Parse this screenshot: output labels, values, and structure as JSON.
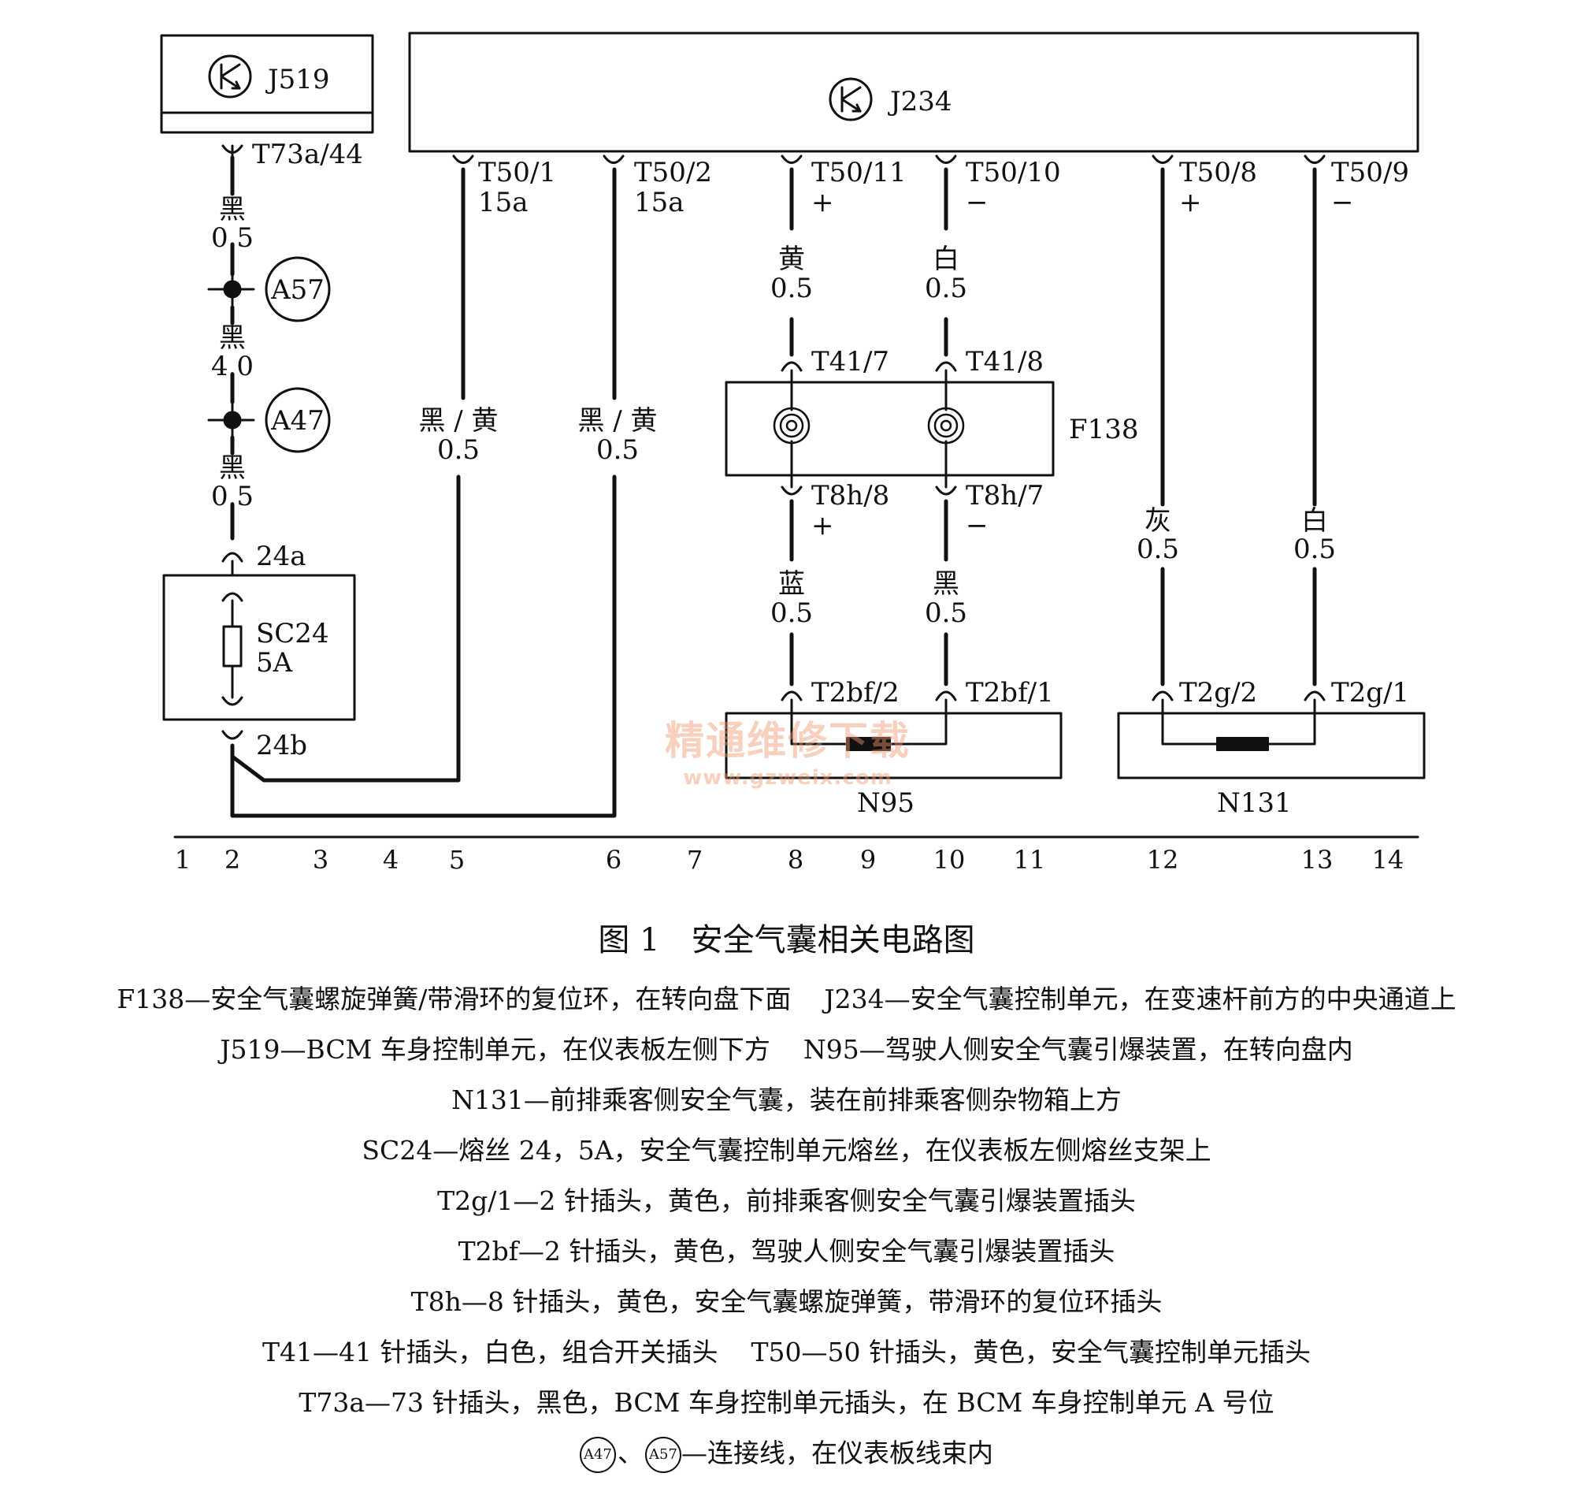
{
  "components": {
    "j519": "J519",
    "j234": "J234",
    "f138": "F138",
    "sc24_name": "SC24",
    "sc24_rating": "5A",
    "n95": "N95",
    "n131": "N131",
    "a57": "A57",
    "a47": "A47"
  },
  "connectors": {
    "t73a_44": "T73a/44",
    "t50_1": "T50/1",
    "t50_1_sub": "15a",
    "t50_2": "T50/2",
    "t50_2_sub": "15a",
    "t50_11": "T50/11",
    "t50_11_sub": "+",
    "t50_10": "T50/10",
    "t50_10_sub": "−",
    "t50_8": "T50/8",
    "t50_8_sub": "+",
    "t50_9": "T50/9",
    "t50_9_sub": "−",
    "t41_7": "T41/7",
    "t41_8": "T41/8",
    "t8h_8": "T8h/8",
    "t8h_8_sub": "+",
    "t8h_7": "T8h/7",
    "t8h_7_sub": "−",
    "t2bf_2": "T2bf/2",
    "t2bf_1": "T2bf/1",
    "t2g_2": "T2g/2",
    "t2g_1": "T2g/1",
    "pin_24a": "24a",
    "pin_24b": "24b"
  },
  "wires": {
    "w_j519_color": "黑",
    "w_j519_size": "0.5",
    "w_a57_color": "黑",
    "w_a57_size": "4.0",
    "w_a47_color": "黑",
    "w_a47_size": "0.5",
    "w_t50_1_color": "黑 / 黄",
    "w_t50_1_size": "0.5",
    "w_t50_2_color": "黑 / 黄",
    "w_t50_2_size": "0.5",
    "w_t50_11_color": "黄",
    "w_t50_11_size": "0.5",
    "w_t50_10_color": "白",
    "w_t50_10_size": "0.5",
    "w_t8h_8_color": "蓝",
    "w_t8h_8_size": "0.5",
    "w_t8h_7_color": "黑",
    "w_t8h_7_size": "0.5",
    "w_t50_8_color": "灰",
    "w_t50_8_size": "0.5",
    "w_t50_9_color": "白",
    "w_t50_9_size": "0.5"
  },
  "columns": [
    "1",
    "2",
    "3",
    "4",
    "5",
    "6",
    "7",
    "8",
    "9",
    "10",
    "11",
    "12",
    "13",
    "14"
  ],
  "watermark": {
    "line1": "精通维修下载",
    "line2": "www.gzweix.com"
  },
  "caption": "图 1　安全气囊相关电路图",
  "legend": {
    "l1a": "F138—安全气囊螺旋弹簧/带滑环的复位环，在转向盘下面",
    "l1b": "J234—安全气囊控制单元，在变速杆前方的中央通道上",
    "l2a": "J519—BCM 车身控制单元，在仪表板左侧下方",
    "l2b": "N95—驾驶人侧安全气囊引爆装置，在转向盘内",
    "l3": "N131—前排乘客侧安全气囊，装在前排乘客侧杂物箱上方",
    "l4": "SC24—熔丝 24，5A，安全气囊控制单元熔丝，在仪表板左侧熔丝支架上",
    "l5": "T2g/1—2 针插头，黄色，前排乘客侧安全气囊引爆装置插头",
    "l6": "T2bf—2 针插头，黄色，驾驶人侧安全气囊引爆装置插头",
    "l7": "T8h—8 针插头，黄色，安全气囊螺旋弹簧，带滑环的复位环插头",
    "l8a": "T41—41 针插头，白色，组合开关插头",
    "l8b": "T50—50 针插头，黄色，安全气囊控制单元插头",
    "l9": "T73a—73 针插头，黑色，BCM 车身控制单元插头，在 BCM 车身控制单元 A 号位",
    "l10_c1": "A47",
    "l10_sep": "、",
    "l10_c2": "A57",
    "l10_text": "—连接线，在仪表板线束内"
  }
}
